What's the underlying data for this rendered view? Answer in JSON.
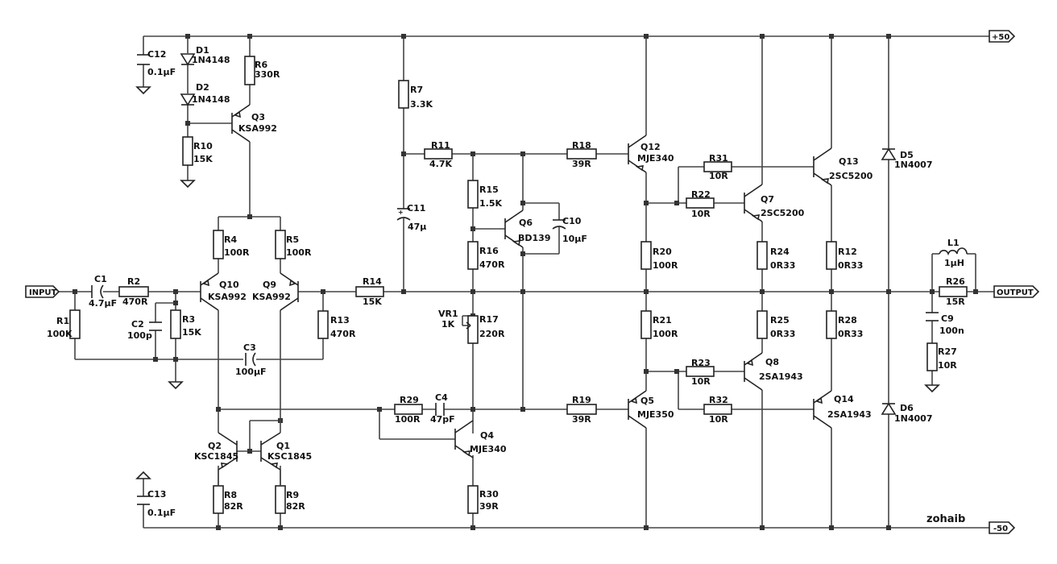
{
  "ports": {
    "pos": "+50",
    "neg": "-50",
    "input": "INPUT",
    "output": "OUTPUT"
  },
  "signature": "zohaib",
  "components": {
    "C12": {
      "ref": "C12",
      "value": "0.1µF"
    },
    "D1": {
      "ref": "D1",
      "value": "1N4148"
    },
    "D2": {
      "ref": "D2",
      "value": "1N4148"
    },
    "R6": {
      "ref": "R6",
      "value": "330R"
    },
    "Q3": {
      "ref": "Q3",
      "value": "KSA992"
    },
    "R10": {
      "ref": "R10",
      "value": "15K"
    },
    "R7": {
      "ref": "R7",
      "value": "3.3K"
    },
    "R11": {
      "ref": "R11",
      "value": "4.7K"
    },
    "C11": {
      "ref": "C11",
      "value": "47µ"
    },
    "R15": {
      "ref": "R15",
      "value": "1.5K"
    },
    "Q6": {
      "ref": "Q6",
      "value": "BD139"
    },
    "C10": {
      "ref": "C10",
      "value": "10µF"
    },
    "R16": {
      "ref": "R16",
      "value": "470R"
    },
    "R18": {
      "ref": "R18",
      "value": "39R"
    },
    "Q12": {
      "ref": "Q12",
      "value": "MJE340"
    },
    "R31": {
      "ref": "R31",
      "value": "10R"
    },
    "R22": {
      "ref": "R22",
      "value": "10R"
    },
    "Q7": {
      "ref": "Q7",
      "value": "2SC5200"
    },
    "Q13": {
      "ref": "Q13",
      "value": "2SC5200"
    },
    "D5": {
      "ref": "D5",
      "value": "1N4007"
    },
    "R20": {
      "ref": "R20",
      "value": "100R"
    },
    "R24": {
      "ref": "R24",
      "value": "0R33"
    },
    "R12": {
      "ref": "R12",
      "value": "0R33"
    },
    "L1": {
      "ref": "L1",
      "value": "1µH"
    },
    "R4": {
      "ref": "R4",
      "value": "100R"
    },
    "R5": {
      "ref": "R5",
      "value": "100R"
    },
    "C1": {
      "ref": "C1",
      "value": "4.7µF"
    },
    "R2": {
      "ref": "R2",
      "value": "470R"
    },
    "Q10": {
      "ref": "Q10",
      "value": "KSA992"
    },
    "Q9": {
      "ref": "Q9",
      "value": "KSA992"
    },
    "R14": {
      "ref": "R14",
      "value": "15K"
    },
    "R26": {
      "ref": "R26",
      "value": "15R"
    },
    "R1": {
      "ref": "R1",
      "value": "100K"
    },
    "C2": {
      "ref": "C2",
      "value": "100p"
    },
    "R3": {
      "ref": "R3",
      "value": "15K"
    },
    "R13": {
      "ref": "R13",
      "value": "470R"
    },
    "VR1": {
      "ref": "VR1",
      "value": "1K"
    },
    "R17": {
      "ref": "R17",
      "value": "220R"
    },
    "R21": {
      "ref": "R21",
      "value": "100R"
    },
    "R25": {
      "ref": "R25",
      "value": "0R33"
    },
    "R28": {
      "ref": "R28",
      "value": "0R33"
    },
    "C9": {
      "ref": "C9",
      "value": "100n"
    },
    "C3": {
      "ref": "C3",
      "value": "100µF"
    },
    "R27": {
      "ref": "R27",
      "value": "10R"
    },
    "R23": {
      "ref": "R23",
      "value": "10R"
    },
    "Q8": {
      "ref": "Q8",
      "value": "2SA1943"
    },
    "R29": {
      "ref": "R29",
      "value": "100R"
    },
    "C4": {
      "ref": "C4",
      "value": "47pF"
    },
    "R19": {
      "ref": "R19",
      "value": "39R"
    },
    "Q5": {
      "ref": "Q5",
      "value": "MJE350"
    },
    "R32": {
      "ref": "R32",
      "value": "10R"
    },
    "Q14": {
      "ref": "Q14",
      "value": "2SA1943"
    },
    "D6": {
      "ref": "D6",
      "value": "1N4007"
    },
    "Q2": {
      "ref": "Q2",
      "value": "KSC1845"
    },
    "Q1": {
      "ref": "Q1",
      "value": "KSC1845"
    },
    "Q4": {
      "ref": "Q4",
      "value": "MJE340"
    },
    "C13": {
      "ref": "C13",
      "value": "0.1µF"
    },
    "R8": {
      "ref": "R8",
      "value": "82R"
    },
    "R9": {
      "ref": "R9",
      "value": "82R"
    },
    "R30": {
      "ref": "R30",
      "value": "39R"
    }
  }
}
